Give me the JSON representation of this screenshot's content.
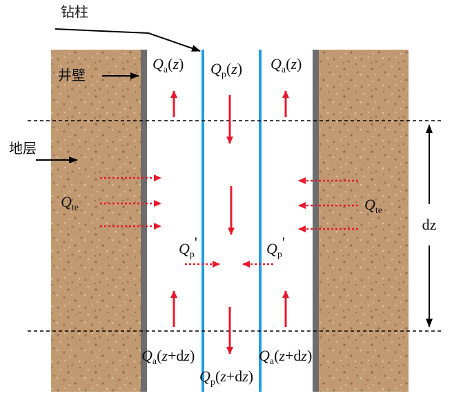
{
  "labels": {
    "drill_string": "钻柱",
    "borehole_wall": "井壁",
    "formation": "地层",
    "dz": "dz"
  },
  "flows": {
    "Q": "Q",
    "sub_a": "a",
    "sub_p": "p",
    "sub_te": "te",
    "z": "z",
    "z_dz": "z+dz",
    "prime": "'"
  },
  "colors": {
    "rock_base": "#c29a72",
    "rock_dark": "#9c7452",
    "rock_light": "#dbbd9b",
    "wall": "#6d6d6d",
    "pipe": "#1e9ee0",
    "flow_arrow": "#e8192c",
    "line": "#000000"
  },
  "icons": {
    "solid_arrow": "red-solid-arrow",
    "dotted_arrow": "red-dotted-arrow",
    "pointer_arrow": "black-pointer-arrow"
  }
}
